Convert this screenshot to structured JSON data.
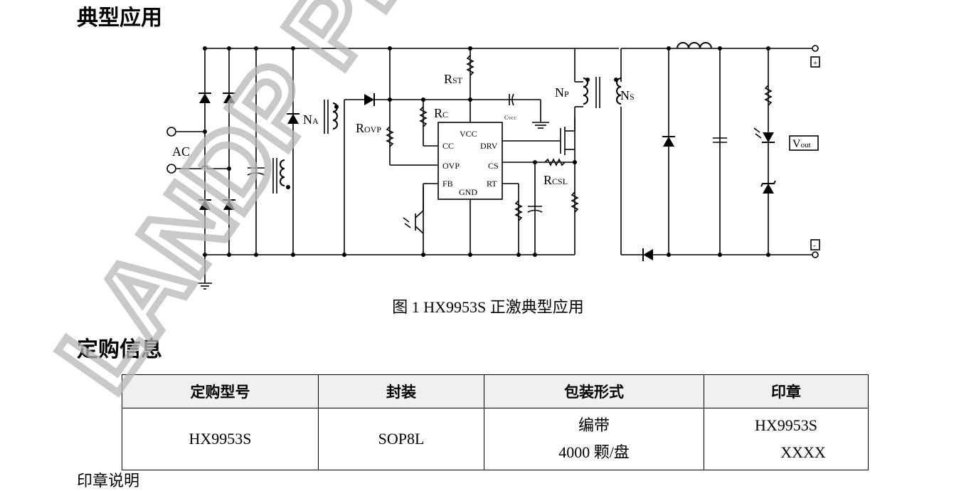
{
  "sections": {
    "typical_application": "典型应用",
    "ordering_info": "定购信息",
    "marking_note": "印章说明"
  },
  "figure": {
    "caption": "图 1    HX9953S 正激典型应用",
    "labels": {
      "ac": "AC",
      "na_main": "N",
      "na_sub": "A",
      "np_main": "N",
      "np_sub": "P",
      "ns_main": "N",
      "ns_sub": "S",
      "rst_main": "R",
      "rst_sub": "ST",
      "rc_main": "R",
      "rc_sub": "C",
      "rovp_main": "R",
      "rovp_sub": "OVP",
      "rcsl_main": "R",
      "rcsl_sub": "CSL",
      "cvcc": "C",
      "cvcc_sub": "VCC",
      "vout_main": "V",
      "vout_sub": "out",
      "plus": "+",
      "minus": "-"
    },
    "ic_pins": {
      "vcc": "VCC",
      "cc": "CC",
      "drv": "DRV",
      "ovp": "OVP",
      "cs": "CS",
      "fb": "FB",
      "rt": "RT",
      "gnd": "GND"
    }
  },
  "table": {
    "headers": [
      "定购型号",
      "封装",
      "包装形式",
      "印章"
    ],
    "row": {
      "part": "HX9953S",
      "package": "SOP8L",
      "packing_line1": "编带",
      "packing_line2": "4000  颗/盘",
      "marking_line1": "HX9953S",
      "marking_line2": "XXXX"
    }
  },
  "watermark": "LANDP PREL"
}
